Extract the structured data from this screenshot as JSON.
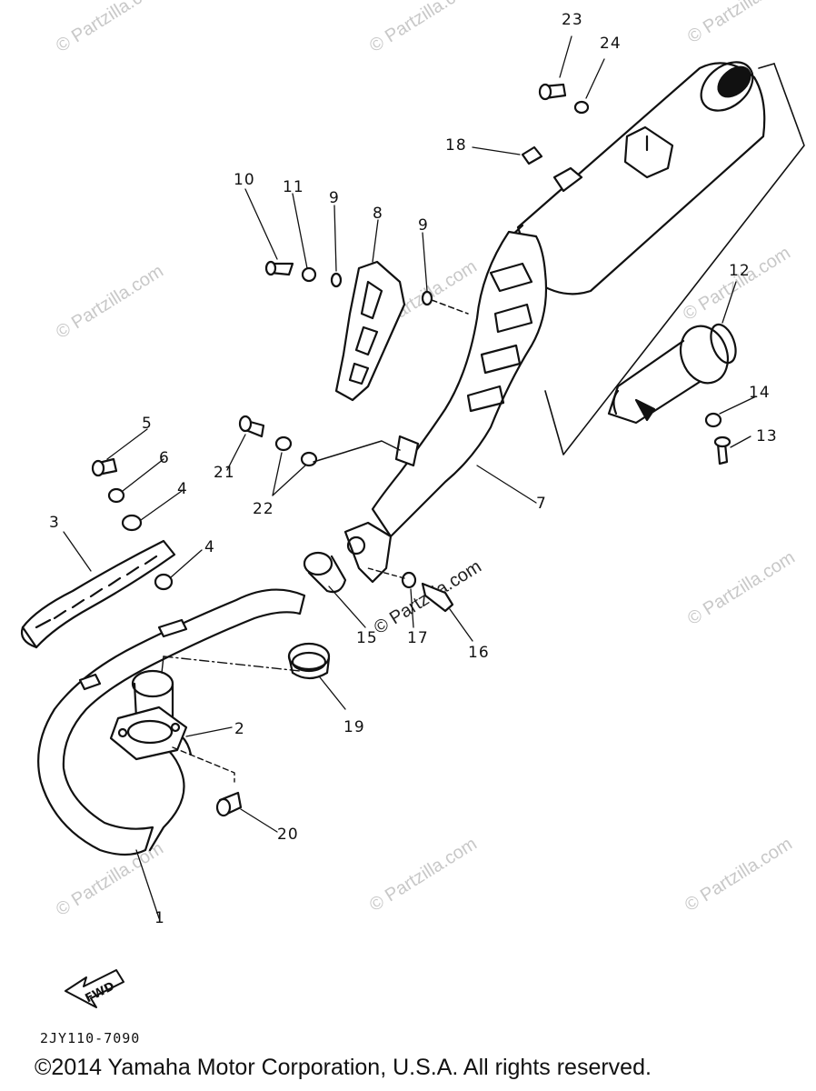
{
  "watermark": "© Partzilla.com",
  "callouts": {
    "c1": "1",
    "c2": "2",
    "c3": "3",
    "c4a": "4",
    "c4b": "4",
    "c5": "5",
    "c6": "6",
    "c7": "7",
    "c8": "8",
    "c9a": "9",
    "c9b": "9",
    "c10": "10",
    "c11": "11",
    "c12": "12",
    "c13": "13",
    "c14": "14",
    "c15": "15",
    "c16": "16",
    "c17": "17",
    "c18": "18",
    "c19": "19",
    "c20": "20",
    "c21": "21",
    "c22": "22",
    "c23": "23",
    "c24": "24"
  },
  "fwd_label": "FWD",
  "part_code": "2JY110-7090",
  "copyright": "©2014  Yamaha Motor Corporation, U.S.A. All rights reserved.",
  "icons": [
    "fwd-arrow-icon"
  ]
}
